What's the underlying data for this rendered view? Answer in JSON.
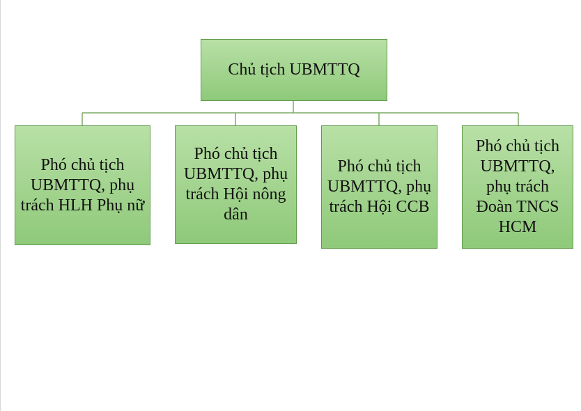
{
  "diagram": {
    "type": "org-chart",
    "root": {
      "label": "Chủ tịch UBMTTQ"
    },
    "children": [
      {
        "label": "Phó chủ tịch UBMTTQ, phụ trách HLH Phụ nữ"
      },
      {
        "label": "Phó chủ tịch UBMTTQ, phụ trách Hội nông dân"
      },
      {
        "label": "Phó chủ tịch UBMTTQ, phụ trách Hội CCB"
      },
      {
        "label": "Phó chủ tịch UBMTTQ, phụ trách Đoàn TNCS HCM"
      }
    ],
    "colors": {
      "box_fill": "#a6d792",
      "box_border": "#5f9a4a",
      "connector": "#7aaa64"
    }
  }
}
